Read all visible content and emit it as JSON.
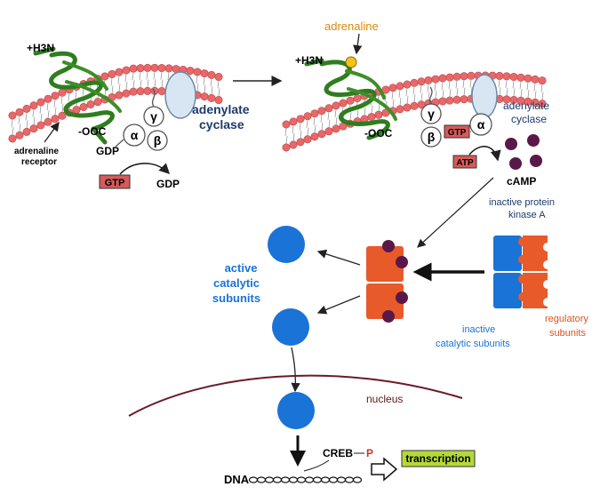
{
  "labels": {
    "nh3_left": "+H3N",
    "nh3_right": "+H3N",
    "ooc_left": "-OOC",
    "ooc_right": "-OOC",
    "adrenaline": "adrenaline",
    "receptor_line1": "adrenaline",
    "receptor_line2": "receptor",
    "adenylate_left_1": "adenylate",
    "adenylate_left_2": "cyclase",
    "adenylate_right_1": "adenylate",
    "adenylate_right_2": "cyclase",
    "alpha": "α",
    "beta": "β",
    "gamma": "γ",
    "gdp_left": "GDP",
    "gtp_left": "GTP",
    "gdp_out": "GDP",
    "gtp_right": "GTP",
    "atp": "ATP",
    "camp": "cAMP",
    "inactive_pk_1": "inactive protein",
    "inactive_pk_2": "kinase A",
    "active_1": "active",
    "active_2": "catalytic",
    "active_3": "subunits",
    "inactive_cat_1": "inactive",
    "inactive_cat_2": "catalytic subunits",
    "regulatory_1": "regulatory",
    "regulatory_2": "subunits",
    "nucleus": "nucleus",
    "creb": "CREB",
    "phospho": "P",
    "transcription": "transcription",
    "dna": "DNA"
  },
  "colors": {
    "lipid_head": "#e8686a",
    "helix": "#2e7d1e",
    "catalytic": "#1a73d6",
    "regulatory": "#e85a2a",
    "camp": "#5a1848",
    "adrenaline": "#f5c21c",
    "gtp_box": "#d65a5a",
    "transcription_box": "#b5d93a",
    "blue_text": "#1a73d6",
    "orange_text": "#d8541e",
    "maroon_text": "#5a1a1a"
  }
}
